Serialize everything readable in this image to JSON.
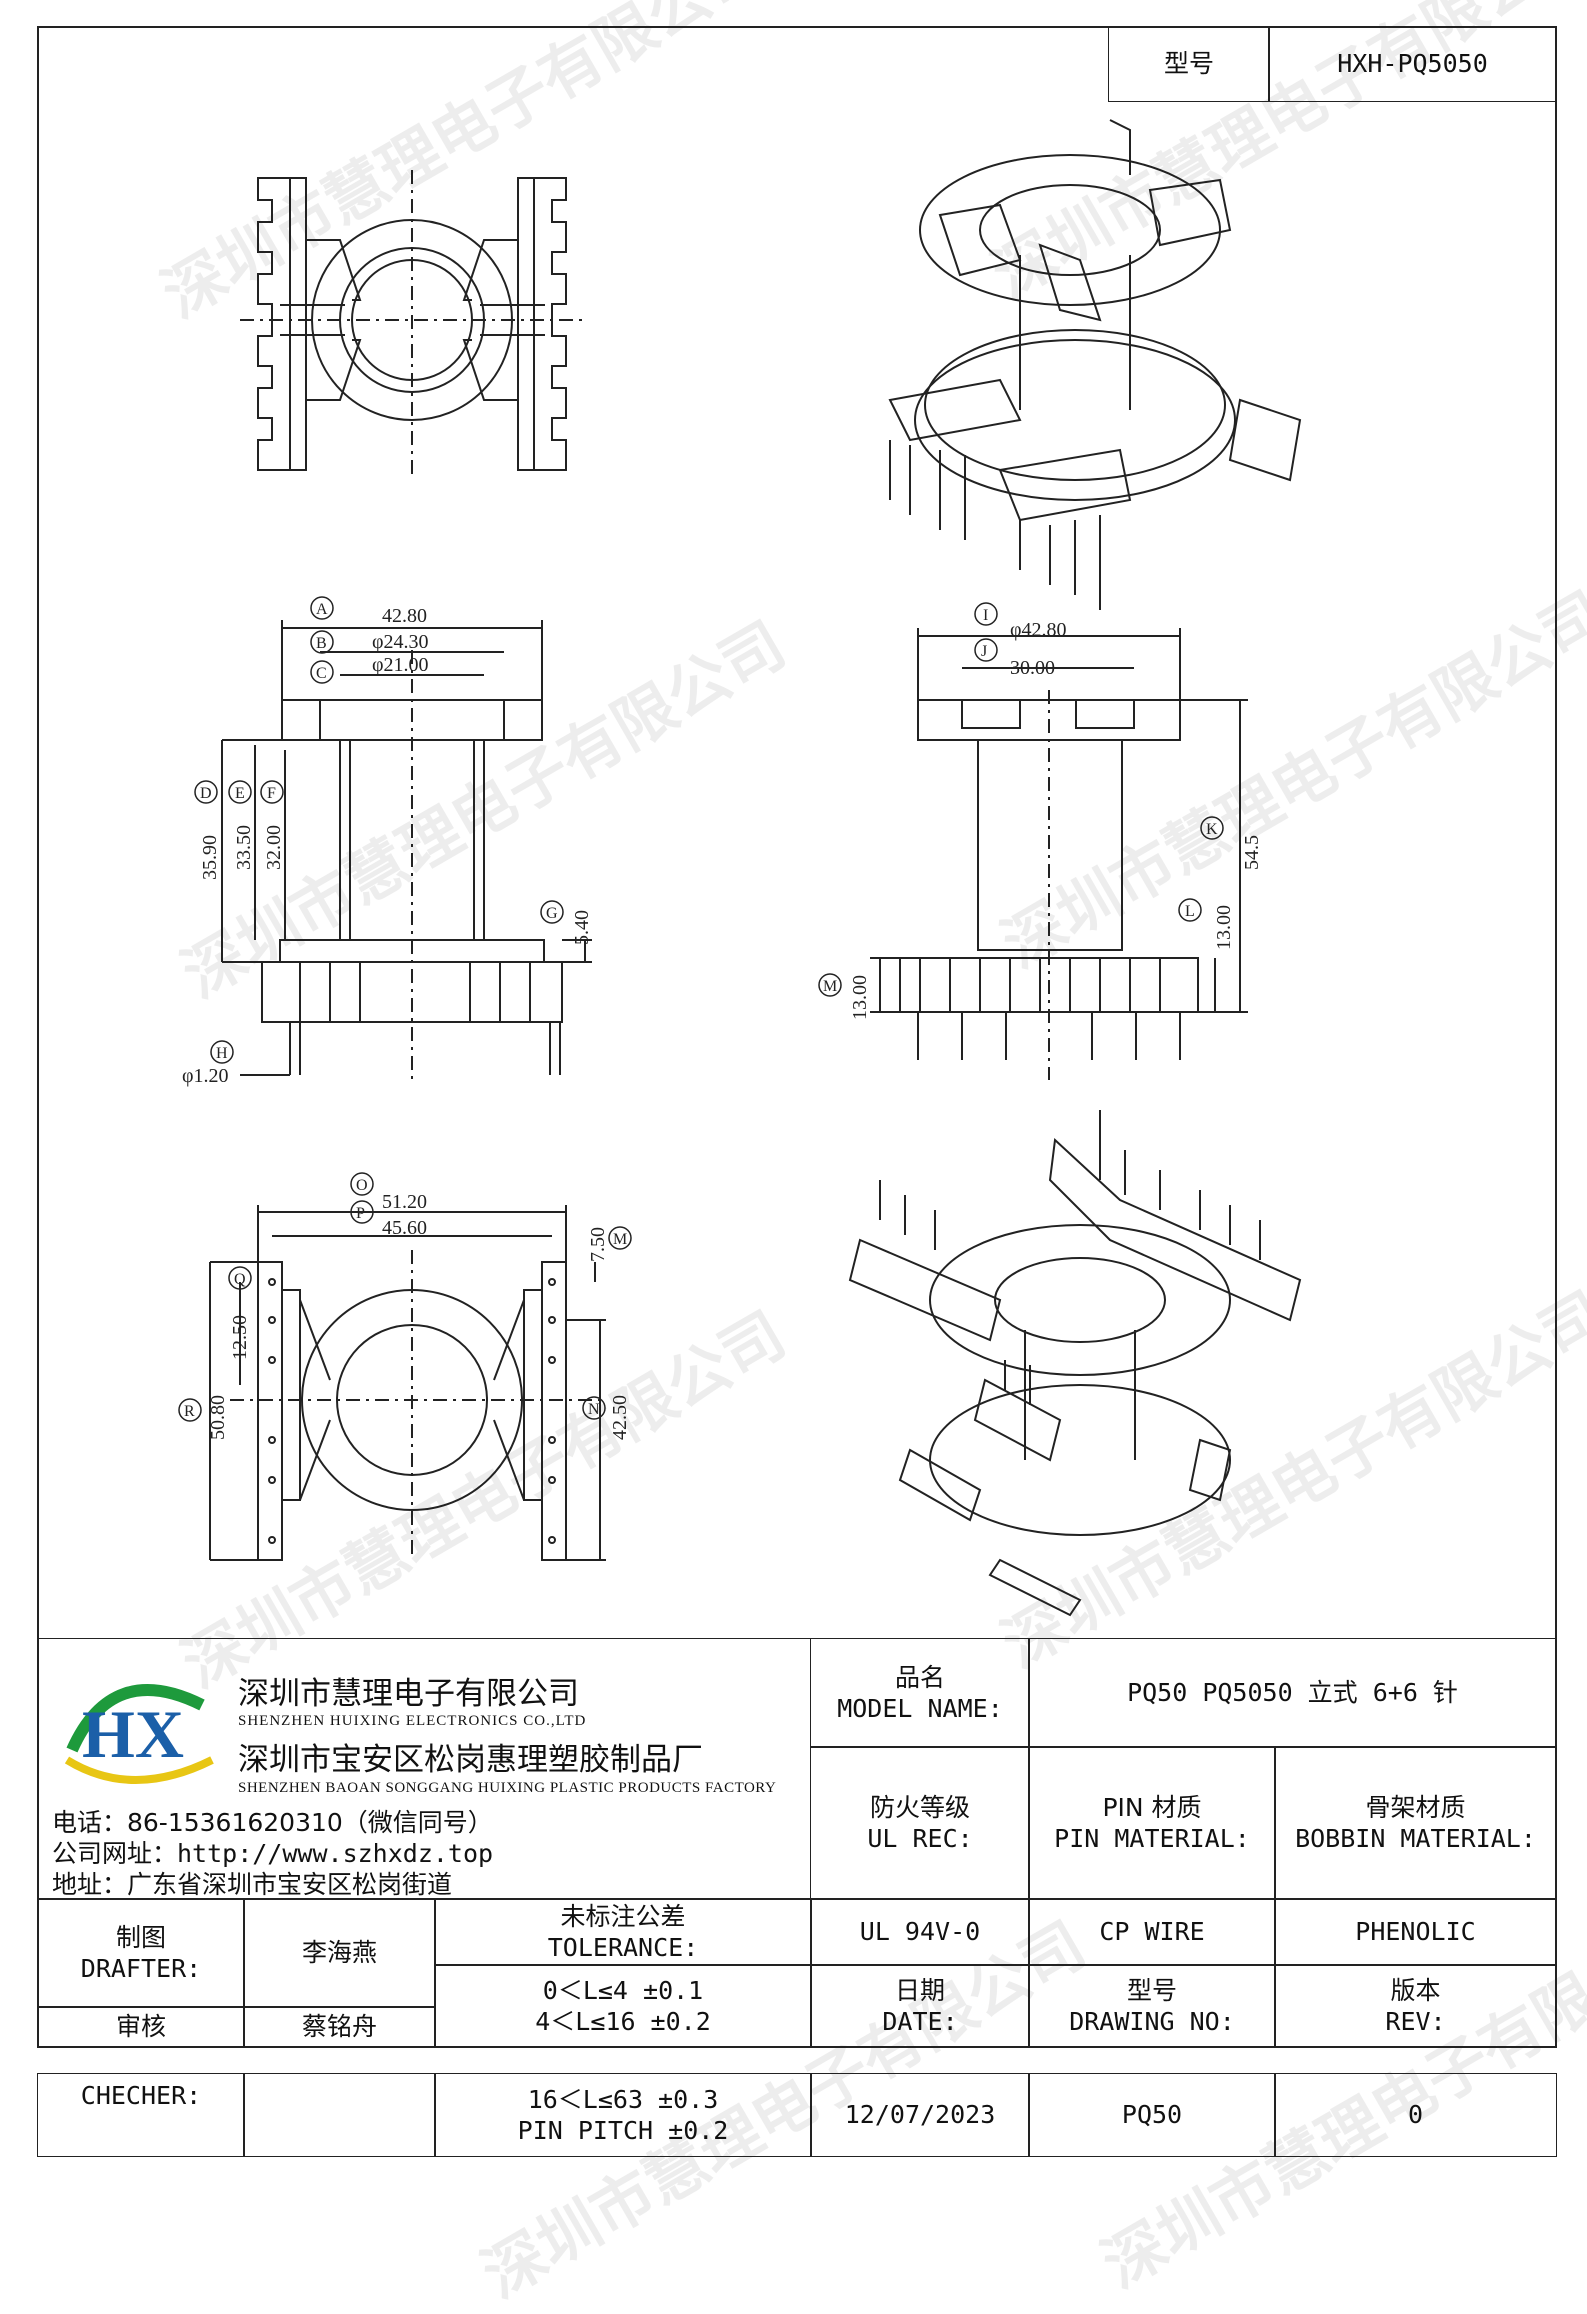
{
  "header": {
    "model_label": "型号",
    "model_value": "HXH-PQ5050"
  },
  "watermark": "深圳市慧理电子有限公司",
  "drawing": {
    "dims_side": {
      "A": "42.80",
      "B": "φ24.30",
      "C": "φ21.00",
      "D": "35.90",
      "E": "33.50",
      "F": "32.00",
      "G": "5.40",
      "H": "φ1.20"
    },
    "dims_front": {
      "I": "φ42.80",
      "J": "30.00",
      "K": "54.5",
      "L": "13.00",
      "M": "13.00"
    },
    "dims_bottom": {
      "O": "51.20",
      "P": "45.60",
      "M": "7.50",
      "Q": "12.50",
      "R": "50.80",
      "N": "42.50"
    }
  },
  "company": {
    "name_cn": "深圳市慧理电子有限公司",
    "name_en": "SHENZHEN HUIXING ELECTRONICS CO.,LTD",
    "factory_cn": "深圳市宝安区松岗惠理塑胶制品厂",
    "factory_en": "SHENZHEN BAOAN SONGGANG HUIXING PLASTIC PRODUCTS FACTORY",
    "phone": "电话：86-15361620310（微信同号）",
    "website": "公司网址：http://www.szhxdz.top",
    "address": "地址：广东省深圳市宝安区松岗街道",
    "logo_letters": "HX",
    "logo_colors": {
      "green": "#1e9a3c",
      "yellow": "#e8c614",
      "blue": "#1b5fa8"
    }
  },
  "titleblock": {
    "model_name_cn": "品名",
    "model_name_en": "MODEL NAME:",
    "model_name_value": "PQ50  PQ5050  立式 6+6 针",
    "fire_cn": "防火等级",
    "fire_en": "UL REC:",
    "pin_mat_cn": "PIN 材质",
    "pin_mat_en": "PIN MATERIAL:",
    "bobbin_cn": "骨架材质",
    "bobbin_en": "BOBBIN MATERIAL:",
    "drafter_cn": "制图",
    "drafter_en": "DRAFTER:",
    "drafter_value": "李海燕",
    "tol_cn": "未标注公差",
    "tol_en": "TOLERANCE:",
    "tol_1": "0＜L≤4   ±0.1",
    "tol_2": "4＜L≤16  ±0.2",
    "tol_3": "16＜L≤63  ±0.3",
    "tol_4": "PIN PITCH  ±0.2",
    "fire_value": "UL 94V-0",
    "pin_mat_value": "CP WIRE",
    "bobbin_value": "PHENOLIC",
    "date_cn": "日期",
    "date_en": "DATE:",
    "drawing_no_cn": "型号",
    "drawing_no_en": "DRAWING NO:",
    "rev_cn": "版本",
    "rev_en": "REV:",
    "review_cn": "审核",
    "reviewer_value": "蔡铭舟",
    "checker_en": "CHECHER:",
    "date_value": "12/07/2023",
    "drawing_no_value": "PQ50",
    "rev_value": "0"
  }
}
